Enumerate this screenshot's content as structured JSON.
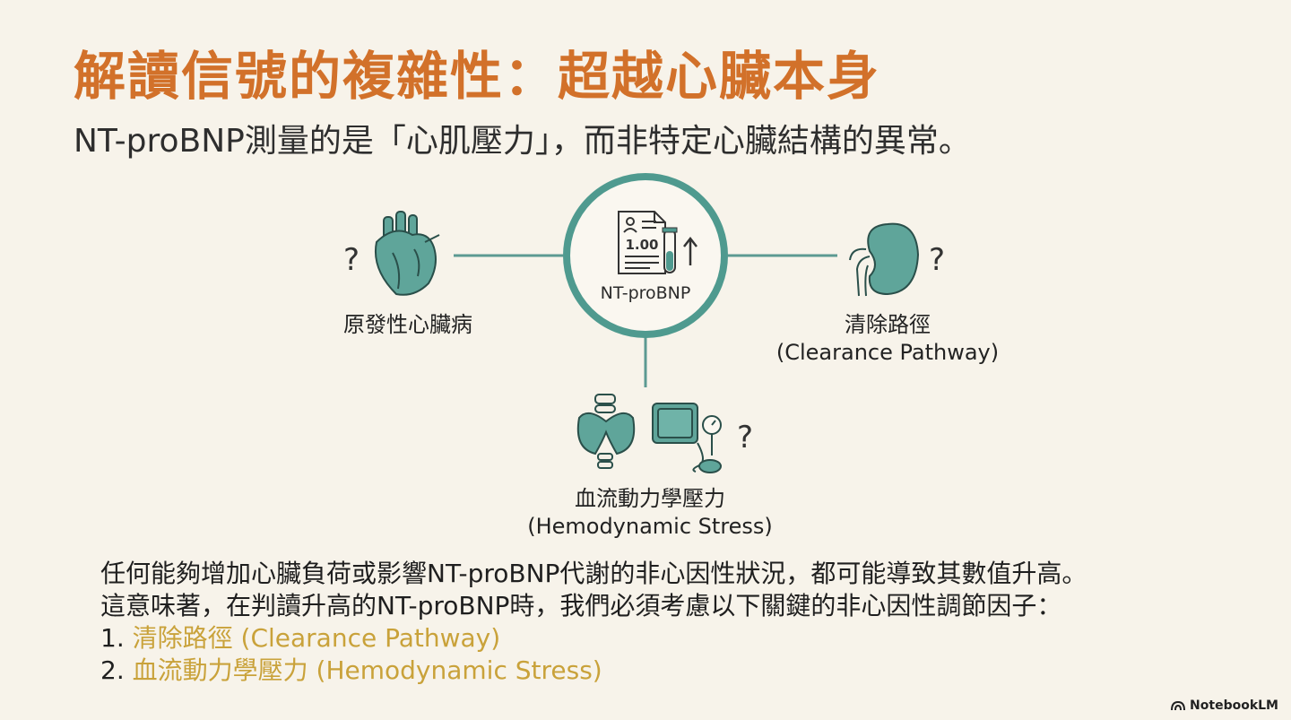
{
  "title": "解讀信號的複雜性：超越心臟本身",
  "subtitle": "NT-proBNP測量的是「心肌壓力」，而非特定心臟結構的異常。",
  "diagram": {
    "center": {
      "icon_value": "1.00",
      "label": "NT-proBNP",
      "icons": [
        "document-icon",
        "test-tube-icon",
        "arrow-up-icon"
      ]
    },
    "nodes": [
      {
        "label": "原發性心臟病",
        "icon": "heart-icon"
      },
      {
        "label": "清除路徑",
        "sublabel": "(Clearance Pathway)",
        "icon": "kidney-icon"
      },
      {
        "label": "血流動力學壓力",
        "sublabel": "(Hemodynamic Stress)",
        "icons": [
          "thyroid-icon",
          "blood-pressure-monitor-icon"
        ]
      }
    ],
    "question_mark": "?"
  },
  "body": {
    "line1": "任何能夠增加心臟負荷或影響NT-proBNP代謝的非心因性狀況，都可能導致其數值升高。",
    "line2": "這意味著，在判讀升高的NT-proBNP時，我們必須考慮以下關鍵的非心因性調節因子：",
    "items": [
      {
        "num": "1.",
        "text": "清除路徑 (Clearance Pathway)"
      },
      {
        "num": "2.",
        "text": "血流動力學壓力 (Hemodynamic Stress)"
      }
    ]
  },
  "branding": "NotebookLM",
  "colors": {
    "title": "#d2712a",
    "accent": "#4f9a8f",
    "highlight": "#c9a23a",
    "background": "#f7f3ea"
  }
}
